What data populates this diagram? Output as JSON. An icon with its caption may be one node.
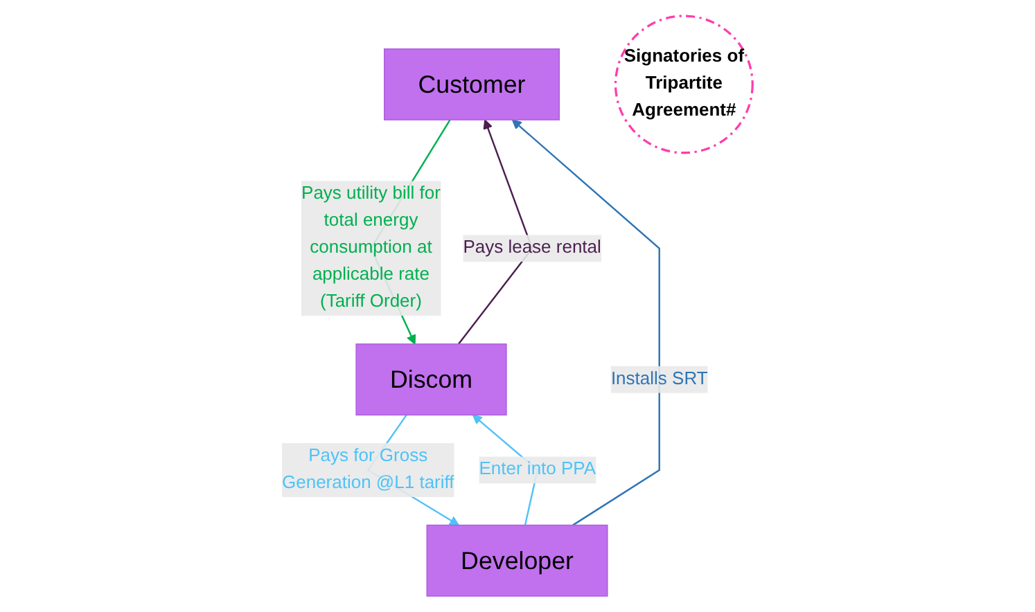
{
  "diagram": {
    "nodes": [
      {
        "text": [
          "Customer"
        ]
      },
      {
        "text": [
          "Developer"
        ]
      },
      {
        "text": [
          "Signatories of Tripartite Agreement#"
        ]
      },
      {
        "text": [
          "Discom"
        ]
      }
    ],
    "edges": [
      {
        "from": 1,
        "to": 0,
        "arrow": "to",
        "label": "Installs SRT",
        "color": "#2e75b6"
      },
      {
        "from": 3,
        "to": 0,
        "arrow": "to",
        "label": "Pays lease rental",
        "color": "#4b1f4f"
      },
      {
        "from": 0,
        "to": 3,
        "arrow": "to",
        "label": "Pays utility bill for total energy consumption at applicable rate (Tariff Order)",
        "color": "#00b050"
      },
      {
        "from": 3,
        "to": 1,
        "arrow": "to",
        "label": "Pays for Gross Generation @L1 tariff"
      },
      {
        "from": 1,
        "to": 3,
        "arrow": "to",
        "label": "Enter into PPA"
      }
    ]
  }
}
